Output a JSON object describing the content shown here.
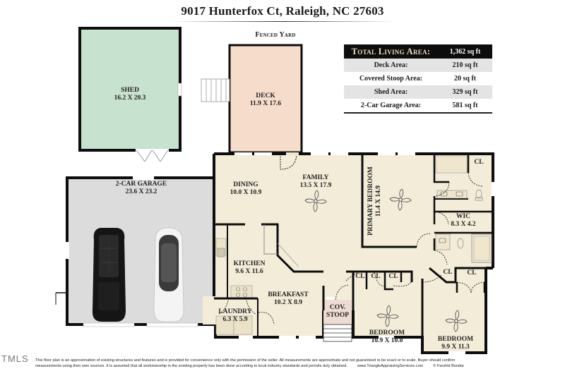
{
  "header": {
    "title": "9017 Hunterfox Ct, Raleigh, NC 27603"
  },
  "annotations": {
    "fenced_yard": "Fenced Yard"
  },
  "area_table": {
    "rows": [
      {
        "label": "Total Living Area:",
        "value": "1,362 sq ft"
      },
      {
        "label": "Deck Area:",
        "value": "210 sq ft"
      },
      {
        "label": "Covered Stoop Area:",
        "value": "20 sq ft"
      },
      {
        "label": "Shed Area:",
        "value": "329 sq ft"
      },
      {
        "label": "2-Car Garage Area:",
        "value": "581 sq ft"
      }
    ]
  },
  "rooms": {
    "shed": {
      "name": "SHED",
      "dims": "16.2 X 20.3"
    },
    "deck": {
      "name": "DECK",
      "dims": "11.9 X 17.6"
    },
    "garage": {
      "name": "2-CAR GARAGE",
      "dims": "23.6 X 23.2"
    },
    "dining": {
      "name": "DINING",
      "dims": "10.0 X 10.9"
    },
    "family": {
      "name": "FAMILY",
      "dims": "13.5 X 17.9"
    },
    "primary_bedroom": {
      "name": "PRIMARY BEDROOM",
      "dims": "11.4 X 14.9"
    },
    "wic": {
      "name": "WIC",
      "dims": "8.3 X 4.2"
    },
    "kitchen": {
      "name": "KITCHEN",
      "dims": "9.6 X 11.6"
    },
    "breakfast": {
      "name": "BREAKFAST",
      "dims": "10.2 X 8.9"
    },
    "laundry": {
      "name": "LAUNDRY",
      "dims": "6.3 X 5.9"
    },
    "cov_stoop": {
      "name": "COV.",
      "name2": "STOOP"
    },
    "bedroom2": {
      "name": "BEDROOM",
      "dims": "10.9 X 10.0"
    },
    "bedroom3": {
      "name": "BEDROOM",
      "dims": "9.9 X 11.3"
    },
    "closets": {
      "label": "CL"
    }
  },
  "colors": {
    "shed_fill": "#c8e2d0",
    "deck_fill": "#f6dccb",
    "garage_fill": "#dcdcdc",
    "living_fill": "#f3ecd8",
    "stoop_fill": "#eddcd4",
    "wall": "#0d0d0d",
    "table_header_bg": "#0d0d0d",
    "table_header_text": "#e8dcc0",
    "table_shade": "#e4e4e4"
  },
  "footer": {
    "mls_logo": "TMLS",
    "disclaimer_line1": "This floor plan is an approximation of existing structures and features and is provided for convenience only with the permission of the seller.  All measurements are approximate and not guaranteed to be exact or to scale.  Buyer should confirm",
    "disclaimer_line2": "measurements using their own sources.  It is assumed that all workmanship in the existing property has been done according to local industry standards and permits duly obtained.",
    "website": "www.TriangleAppraisingServices.com",
    "copyright": "© Farshid Bondar"
  }
}
